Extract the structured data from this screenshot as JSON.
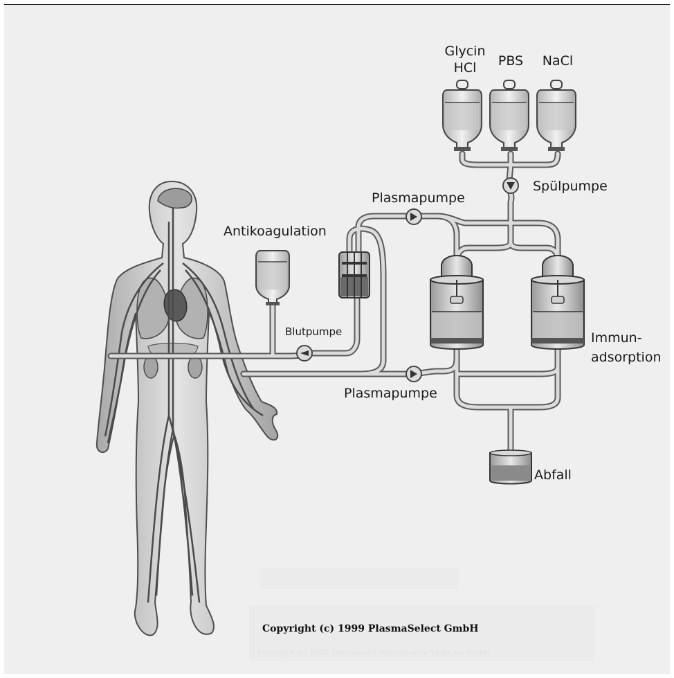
{
  "labels": {
    "glycin_line1": "Glycin",
    "glycin_line2": "HCl",
    "pbs": "PBS",
    "nacl": "NaCl",
    "spuelpumpe": "Spülpumpe",
    "plasmapumpe_top": "Plasmapumpe",
    "antikoagulation": "Antikoagulation",
    "blutpumpe": "Blutpumpe",
    "immun_line1": "Immun-",
    "immun_line2": "adsorption",
    "plasmapumpe_bottom": "Plasmapumpe",
    "abfall": "Abfall"
  },
  "copyright": "Copyright (c) 1999 PlasmaSelect GmbH",
  "copyright_faint": "Copyright (c) 2000 Therapeutic Medizinische Systeme GmbH",
  "colors": {
    "background": "#efefef",
    "tube_outer": "#555555",
    "tube_inner": "#d8d8d8",
    "body_fill": "#cfcfcf",
    "vessel": "#4a4a4a",
    "liquid": "#bdbdbd",
    "dark_liquid": "#6a6a6a"
  }
}
